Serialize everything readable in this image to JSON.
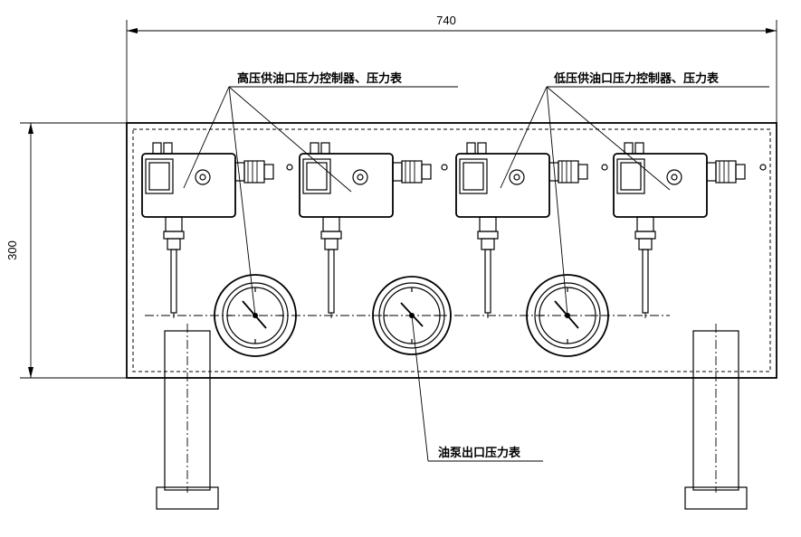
{
  "dimensions": {
    "width_label": "740",
    "height_label": "300"
  },
  "labels": {
    "high_pressure": "高压供油口压力控制器、压力表",
    "low_pressure": "低压供油口压力控制器、压力表",
    "pump_outlet": "油泵出口压力表"
  },
  "colors": {
    "line": "#000000",
    "background": "#ffffff"
  }
}
